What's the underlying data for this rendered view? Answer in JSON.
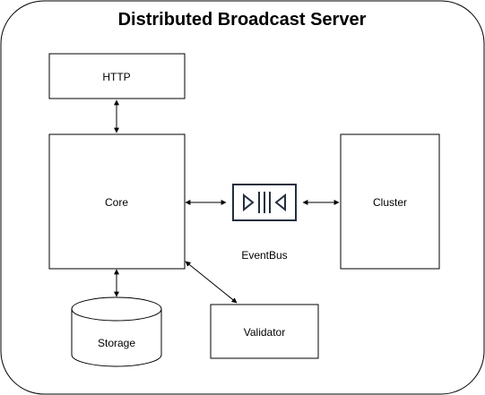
{
  "title": "Distributed Broadcast Server",
  "nodes": {
    "http": "HTTP",
    "core": "Core",
    "cluster": "Cluster",
    "storage": "Storage",
    "validator": "Validator",
    "eventbus": "EventBus"
  },
  "icons": {
    "eventbus": "message-queue-icon"
  },
  "colors": {
    "stroke": "#000000",
    "icon": "#232f3e",
    "background": "#ffffff"
  }
}
